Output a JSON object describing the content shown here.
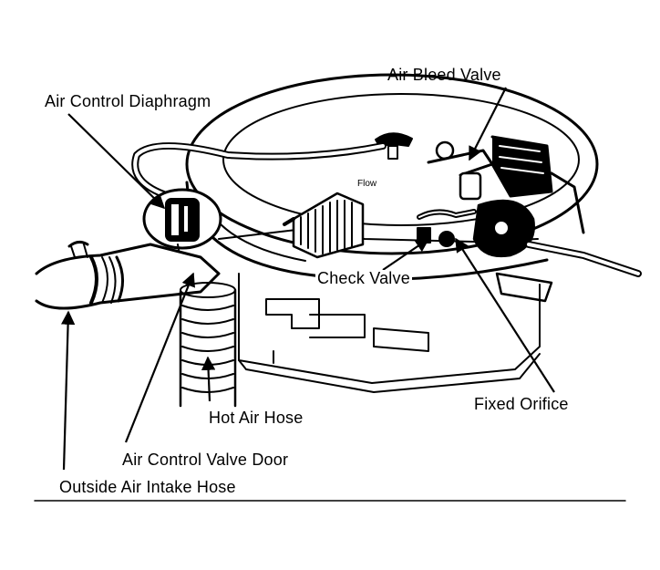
{
  "labels": {
    "air_bleed_valve": "Air Bleed Valve",
    "air_control_diaphragm": "Air Control Diaphragm",
    "check_valve": "Check Valve",
    "fixed_orifice": "Fixed Orifice",
    "hot_air_hose": "Hot Air Hose",
    "air_control_valve_door": "Air Control Valve Door",
    "outside_air_intake_hose": "Outside Air Intake Hose"
  },
  "colors": {
    "ink": "#000000",
    "paper": "#ffffff"
  }
}
